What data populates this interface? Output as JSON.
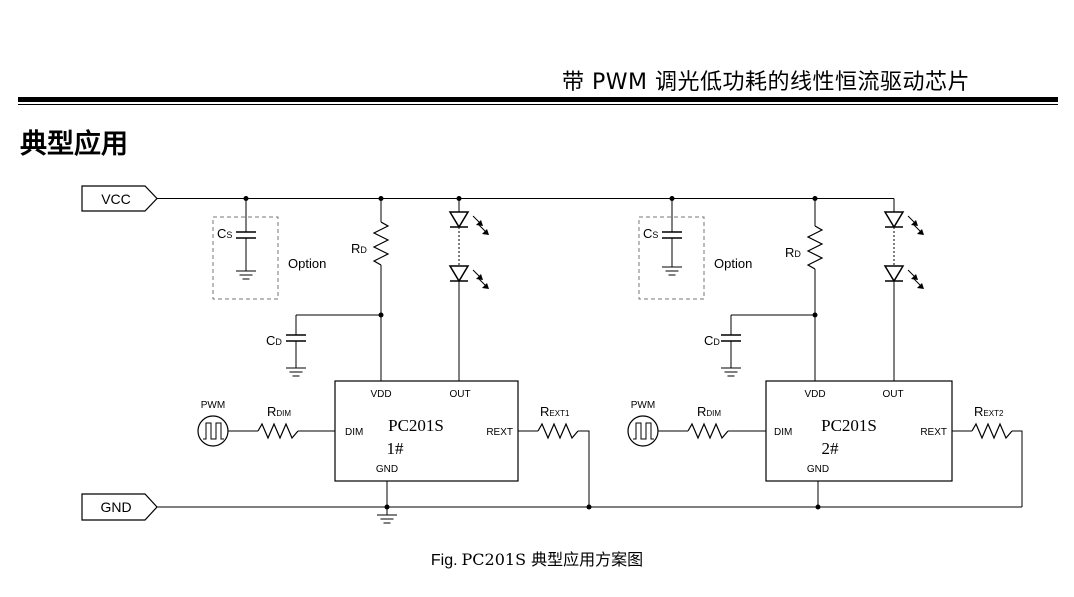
{
  "header": {
    "title": "带 PWM 调光低功耗的线性恒流驱动芯片"
  },
  "section": {
    "title": "典型应用"
  },
  "rails": {
    "vcc_label": "VCC",
    "gnd_label": "GND"
  },
  "circuits": [
    {
      "chip_name": "PC201S",
      "chip_index": "1#",
      "pins": {
        "vdd": "VDD",
        "out": "OUT",
        "dim": "DIM",
        "rext": "REXT",
        "gnd": "GND"
      },
      "cs_main": "C",
      "cs_sub": "S",
      "option_label": "Option",
      "rd_main": "R",
      "rd_sub": "D",
      "cd_main": "C",
      "cd_sub": "D",
      "pwm_label": "PWM",
      "rdim_main": "R",
      "rdim_sub": "DIM",
      "rext_main": "R",
      "rext_sub": "EXT1"
    },
    {
      "chip_name": "PC201S",
      "chip_index": "2#",
      "pins": {
        "vdd": "VDD",
        "out": "OUT",
        "dim": "DIM",
        "rext": "REXT",
        "gnd": "GND"
      },
      "cs_main": "C",
      "cs_sub": "S",
      "option_label": "Option",
      "rd_main": "R",
      "rd_sub": "D",
      "cd_main": "C",
      "cd_sub": "D",
      "pwm_label": "PWM",
      "rdim_main": "R",
      "rdim_sub": "DIM",
      "rext_main": "R",
      "rext_sub": "EXT2"
    }
  ],
  "caption": {
    "prefix": "Fig.",
    "text": "PC201S 典型应用方案图"
  }
}
